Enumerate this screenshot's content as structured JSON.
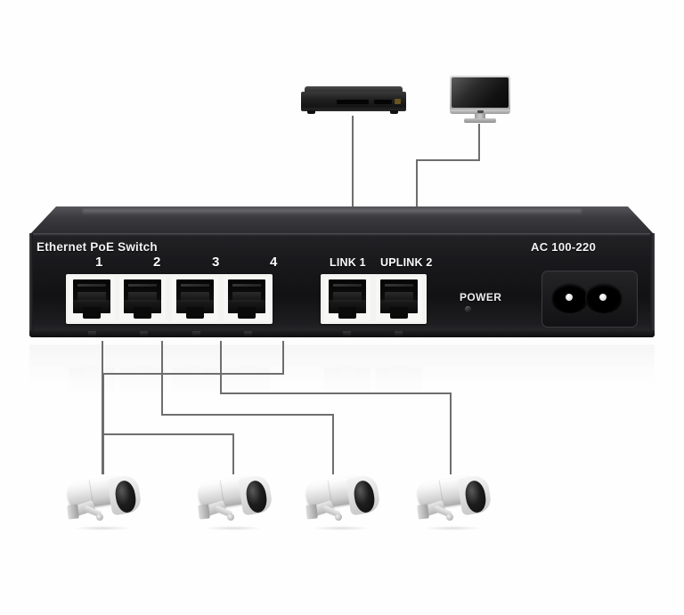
{
  "scene": {
    "title": "Ethernet PoE Switch network connection diagram",
    "background_color": "#ffffff",
    "wire_color": "#6e6e6e"
  },
  "switch_device": {
    "name": "poe-switch",
    "brand_label": "Ethernet PoE Switch",
    "ac_label": "AC 100-220",
    "power_label": "POWER",
    "chassis_color": "#1a1a1d",
    "port_bezel_color": "#f3f3f1",
    "poe_ports": [
      {
        "number": "1"
      },
      {
        "number": "2"
      },
      {
        "number": "3"
      },
      {
        "number": "4"
      }
    ],
    "uplink_ports": [
      {
        "label": "LINK 1"
      },
      {
        "label": "UPLINK 2"
      }
    ]
  },
  "devices": {
    "dvr": {
      "name": "dvr-recorder",
      "connects_to": "LINK 1"
    },
    "monitor": {
      "name": "monitor-display",
      "connects_to": "UPLINK 2"
    }
  },
  "cameras": [
    {
      "name": "ip-camera-1",
      "connects_to": "4"
    },
    {
      "name": "ip-camera-2",
      "connects_to": "1"
    },
    {
      "name": "ip-camera-3",
      "connects_to": "2"
    },
    {
      "name": "ip-camera-4",
      "connects_to": "3"
    }
  ]
}
